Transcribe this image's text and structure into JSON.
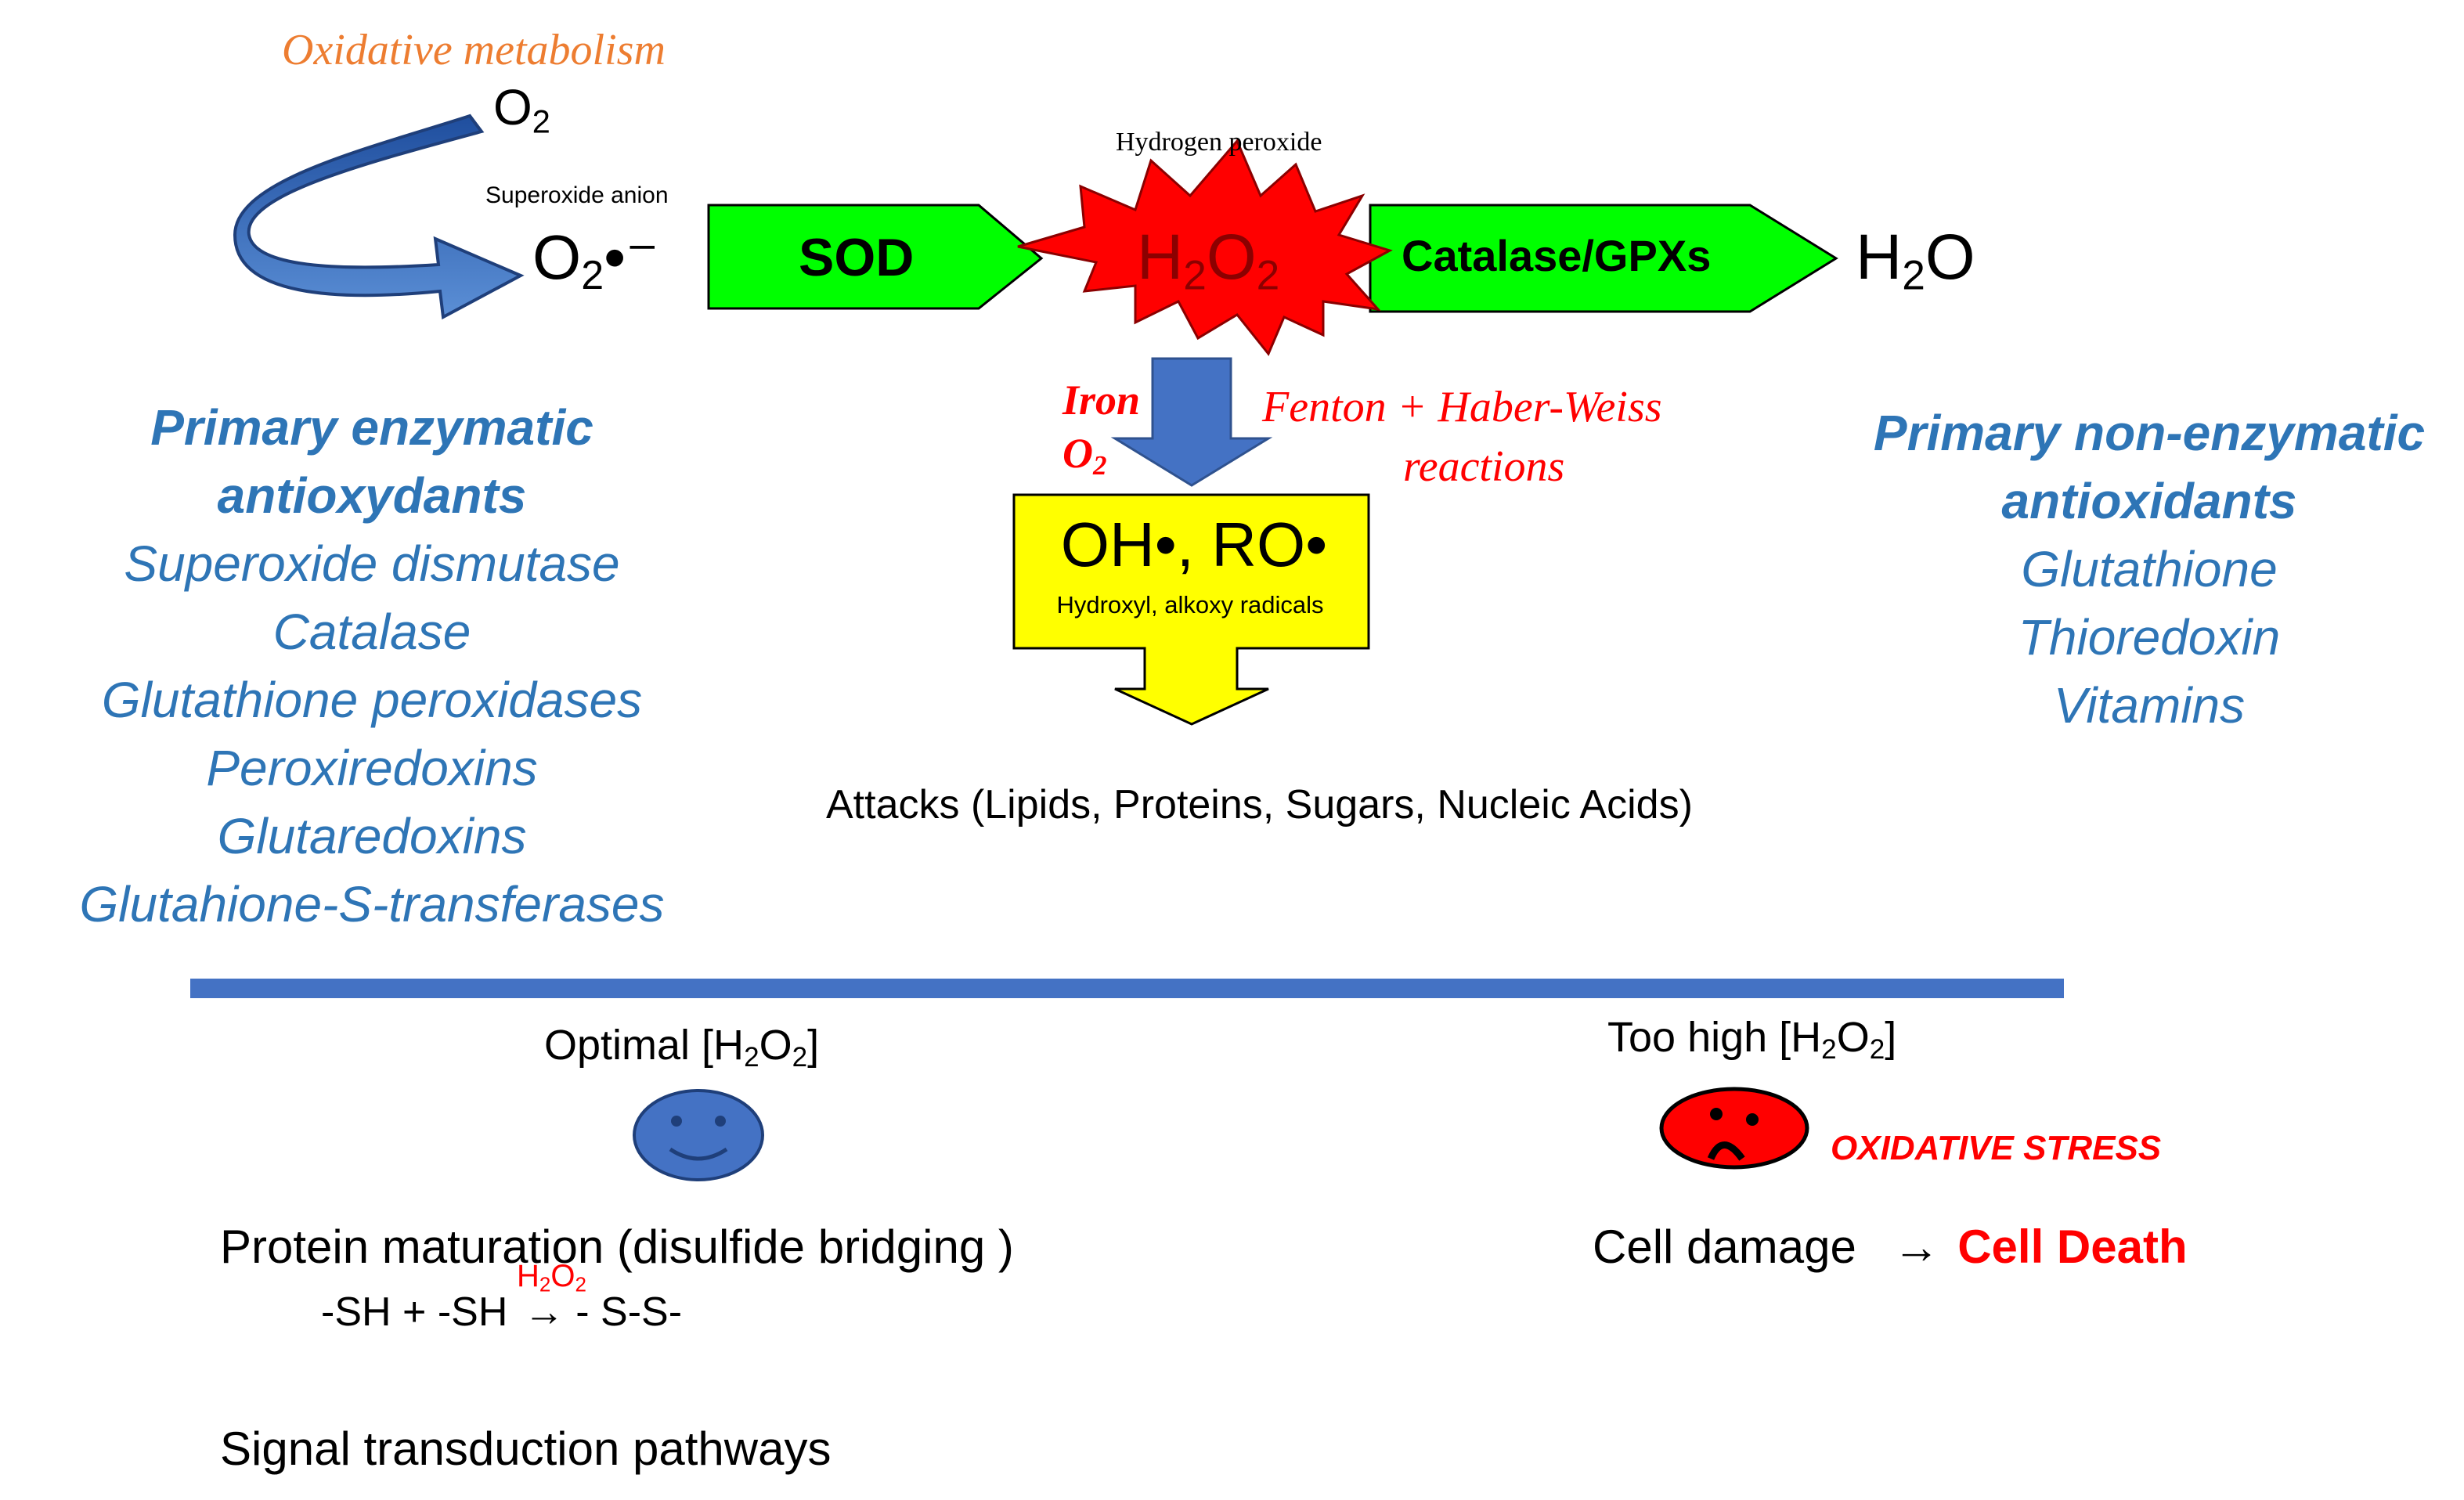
{
  "top": {
    "oxidative_metabolism": "Oxidative metabolism",
    "o2": "O",
    "o2_sub": "2",
    "superoxide_anion_label": "Superoxide anion",
    "superoxide_main": "O",
    "superoxide_sub": "2",
    "superoxide_tail": "•⁻",
    "sod": "SOD",
    "hydrogen_peroxide_label": "Hydrogen peroxide",
    "h2o2_h": "H",
    "h2o2_sub1": "2",
    "h2o2_o": "O",
    "h2o2_sub2": "2",
    "catalase_gpxs": "Catalase/GPXs",
    "h2o_h": "H",
    "h2o_sub": "2",
    "h2o_o": "O"
  },
  "middle": {
    "iron": "Iron",
    "o2_label": "O",
    "o2_label_sub": "2",
    "fenton_line1": "Fenton + Haber-Weiss",
    "fenton_line2": "reactions",
    "radicals": "OH•, RO•",
    "radicals_caption": "Hydroxyl, alkoxy radicals",
    "attacks": "Attacks (Lipids, Proteins, Sugars, Nucleic Acids)"
  },
  "left_panel": {
    "heading1": "Primary enzymatic",
    "heading2": "antioxydants",
    "items": [
      "Superoxide dismutase",
      "Catalase",
      "Glutathione peroxidases",
      "Peroxiredoxins",
      "Glutaredoxins",
      "Glutahione-S-transferases"
    ]
  },
  "right_panel": {
    "heading1": "Primary non-enzymatic",
    "heading2": "antioxidants",
    "items": [
      "Glutathione",
      "Thioredoxin",
      "Vitamins"
    ]
  },
  "bottom_left": {
    "optimal": "Optimal [H",
    "optimal_sub1": "2",
    "optimal_o": "O",
    "optimal_sub2": "2",
    "optimal_close": "]",
    "protein_maturation": "Protein maturation (disulfide bridging )",
    "reaction_left": "-SH + -SH",
    "reaction_arrow": "→",
    "reaction_right": "- S-S-",
    "reaction_cat_h": "H",
    "reaction_cat_sub1": "2",
    "reaction_cat_o": "O",
    "reaction_cat_sub2": "2",
    "signal": "Signal transduction pathways"
  },
  "bottom_right": {
    "too_high": "Too high [H",
    "too_high_sub1": "2",
    "too_high_o": "O",
    "too_high_sub2": "2",
    "too_high_close": "]",
    "oxidative_stress": "OXIDATIVE STRESS",
    "cell_damage": "Cell damage",
    "arrow": "→",
    "cell_death": "Cell Death"
  },
  "colors": {
    "blue_text": "#2E75B6",
    "green_arrow": "#00FF00",
    "red_star": "#FF0000",
    "yellow_arrow": "#FFFF00",
    "divider": "#4472C4",
    "orange_text": "#ED7D31"
  },
  "icons": {
    "happy_face": "happy-face-icon",
    "sad_face": "sad-face-icon",
    "curved_arrow": "curved-arrow-icon"
  }
}
